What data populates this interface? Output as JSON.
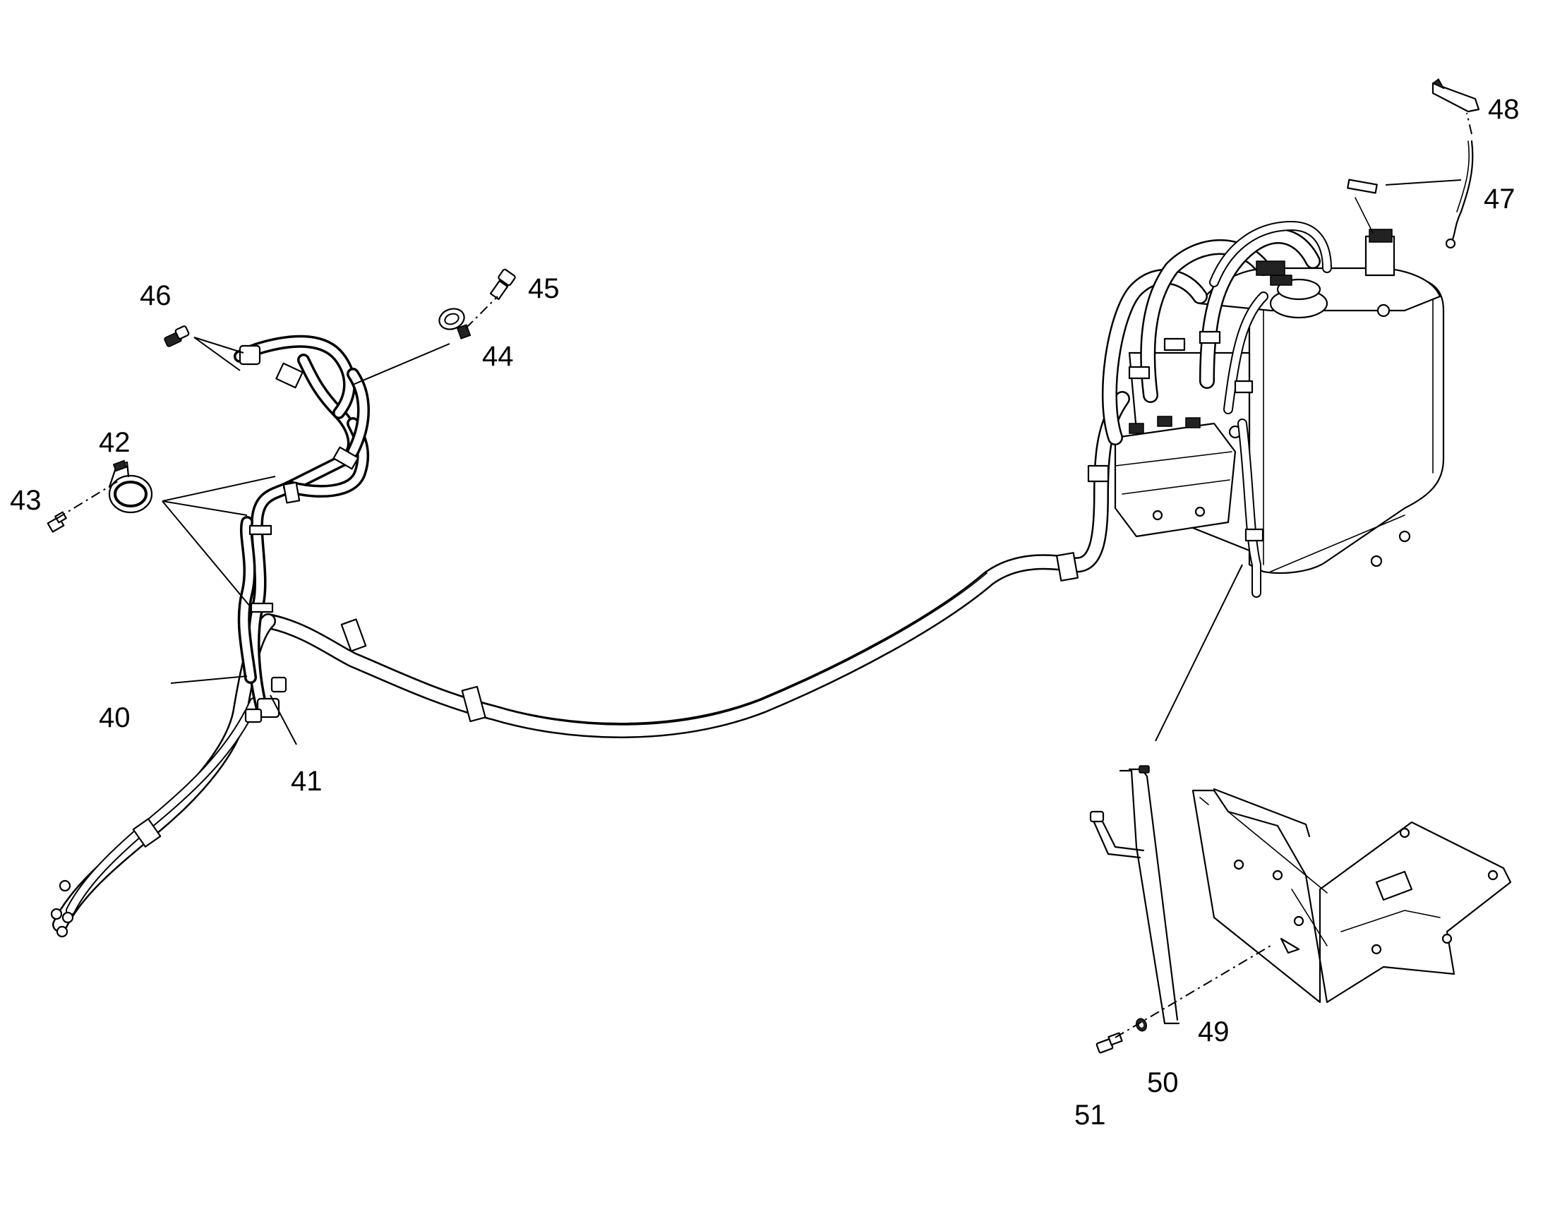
{
  "callouts": {
    "c40": "40",
    "c41": "41",
    "c42": "42",
    "c43": "43",
    "c44": "44",
    "c45": "45",
    "c46": "46",
    "c47": "47",
    "c48": "48",
    "c49": "49",
    "c50": "50",
    "c51": "51"
  }
}
